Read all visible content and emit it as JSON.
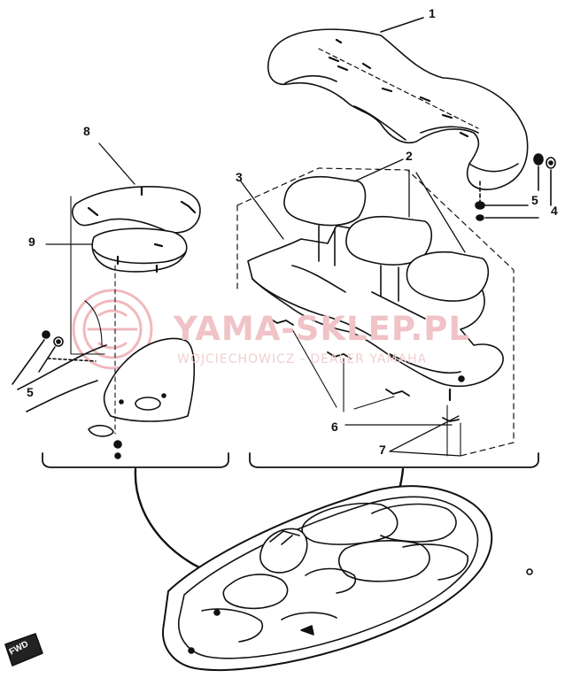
{
  "diagram": {
    "callouts": {
      "c1": "1",
      "c2": "2",
      "c3": "3",
      "c4": "4",
      "c5a": "5",
      "c5b": "5",
      "c6": "6",
      "c7": "7",
      "c8": "8",
      "c9": "9"
    },
    "watermark": {
      "title": "YAMA-SKLEP.PL",
      "subtitle": "WOJCIECHOWICZ - DEALER YAMAHA"
    },
    "direction_tag": "FWD",
    "colors": {
      "line": "#111111",
      "watermark": "#f0c3c6",
      "background": "#ffffff"
    }
  }
}
